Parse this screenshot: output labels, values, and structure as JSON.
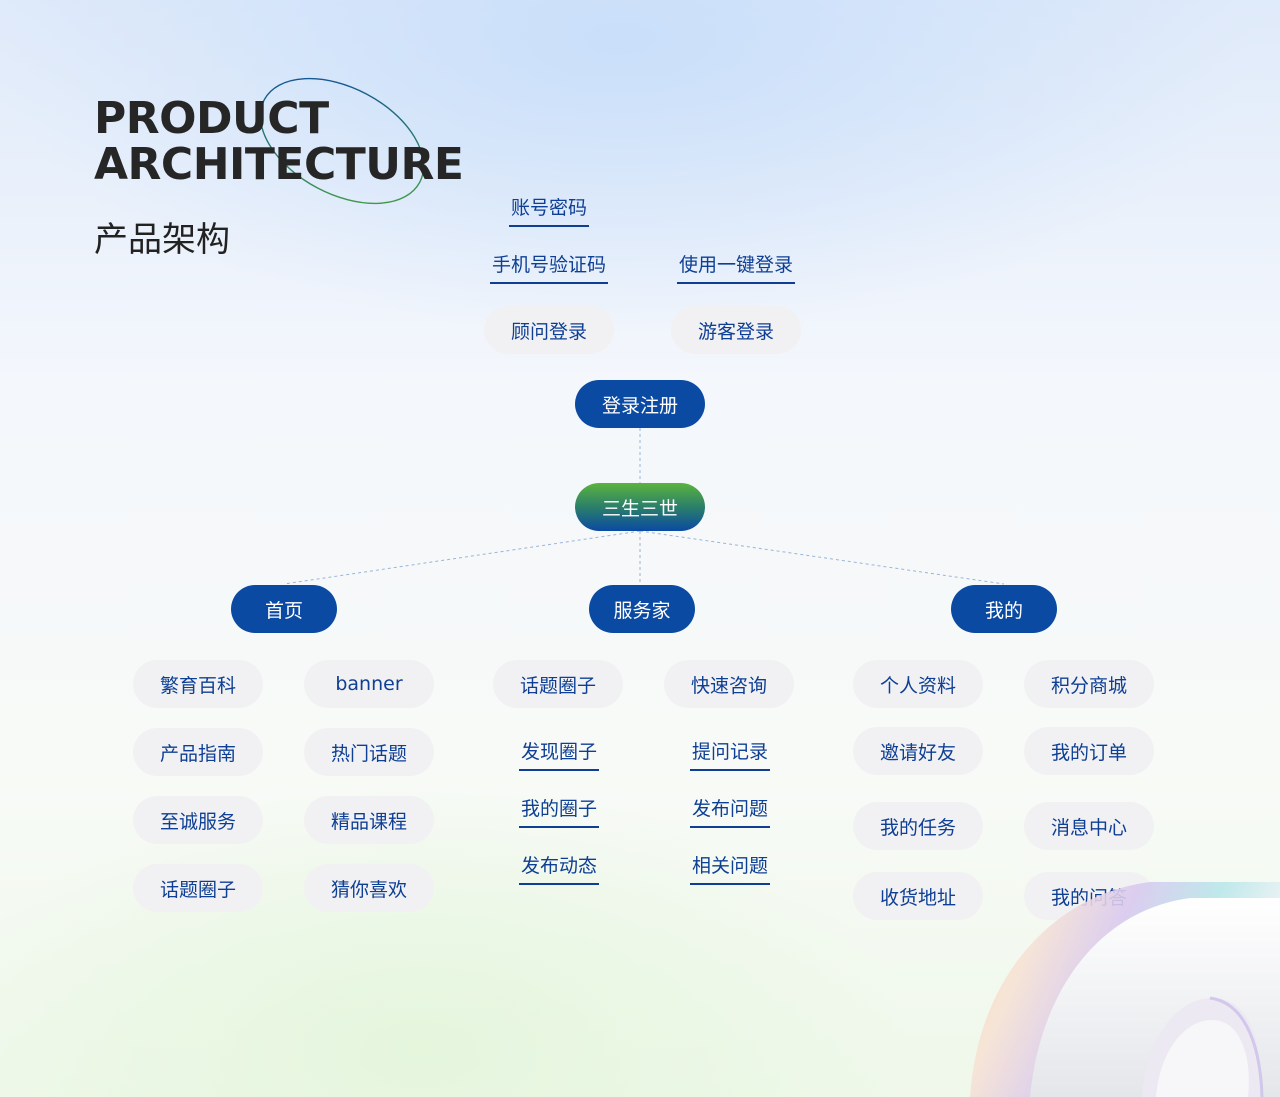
{
  "header": {
    "title_line1": "PRODUCT",
    "title_line2": "ARCHITECTURE",
    "title_cn": "产品架构"
  },
  "login": {
    "label": "登录注册",
    "methods": [
      "账号密码",
      "手机号验证码",
      "使用一键登录",
      "顾问登录",
      "游客登录"
    ]
  },
  "root": {
    "label": "三生三世"
  },
  "branches": {
    "home": {
      "label": "首页",
      "items": [
        "繁育百科",
        "banner",
        "产品指南",
        "热门话题",
        "至诚服务",
        "精品课程",
        "话题圈子",
        "猜你喜欢"
      ]
    },
    "service": {
      "label": "服务家",
      "items": [
        "话题圈子",
        "快速咨询",
        "发现圈子",
        "提问记录",
        "我的圈子",
        "发布问题",
        "发布动态",
        "相关问题"
      ]
    },
    "mine": {
      "label": "我的",
      "items": [
        "个人资料",
        "积分商城",
        "邀请好友",
        "我的订单",
        "我的任务",
        "消息中心",
        "收货地址",
        "我的问答"
      ]
    }
  },
  "colors": {
    "primary": "#0b4aa3",
    "text_blue": "#0e3f94",
    "pill_bg": "#f1f1f3",
    "root_green": "#5ab33e",
    "connector": "#9bb4d8"
  }
}
